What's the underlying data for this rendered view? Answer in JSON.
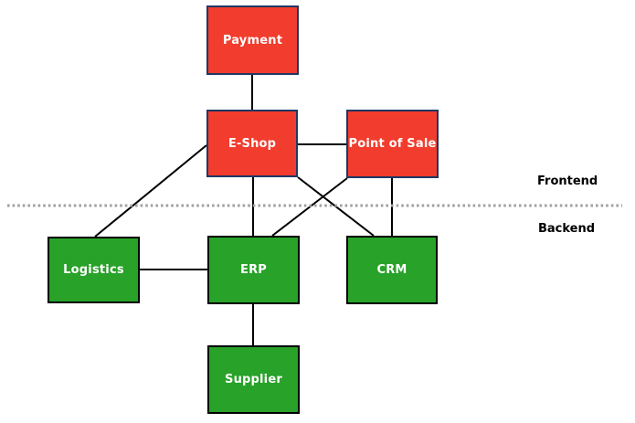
{
  "diagram": {
    "type": "architecture-diagram",
    "zones": {
      "frontend_label": "Frontend",
      "backend_label": "Backend"
    },
    "nodes": [
      {
        "id": "payment",
        "label": "Payment",
        "zone": "frontend"
      },
      {
        "id": "eshop",
        "label": "E-Shop",
        "zone": "frontend"
      },
      {
        "id": "pos",
        "label": "Point of Sale",
        "zone": "frontend"
      },
      {
        "id": "logistics",
        "label": "Logistics",
        "zone": "backend"
      },
      {
        "id": "erp",
        "label": "ERP",
        "zone": "backend"
      },
      {
        "id": "crm",
        "label": "CRM",
        "zone": "backend"
      },
      {
        "id": "supplier",
        "label": "Supplier",
        "zone": "backend"
      }
    ],
    "edges": [
      {
        "from": "payment",
        "to": "eshop"
      },
      {
        "from": "eshop",
        "to": "pos"
      },
      {
        "from": "eshop",
        "to": "logistics"
      },
      {
        "from": "eshop",
        "to": "erp"
      },
      {
        "from": "eshop",
        "to": "crm"
      },
      {
        "from": "pos",
        "to": "erp"
      },
      {
        "from": "pos",
        "to": "crm"
      },
      {
        "from": "logistics",
        "to": "erp"
      },
      {
        "from": "erp",
        "to": "supplier"
      }
    ],
    "colors": {
      "frontend_fill": "#f23c2d",
      "frontend_border": "#1f3864",
      "backend_fill": "#28a228",
      "backend_border": "#000000",
      "edge": "#000000",
      "divider": "#a0a0a0",
      "node_text": "#ffffff",
      "zone_label_text": "#000000",
      "background": "#ffffff"
    }
  }
}
